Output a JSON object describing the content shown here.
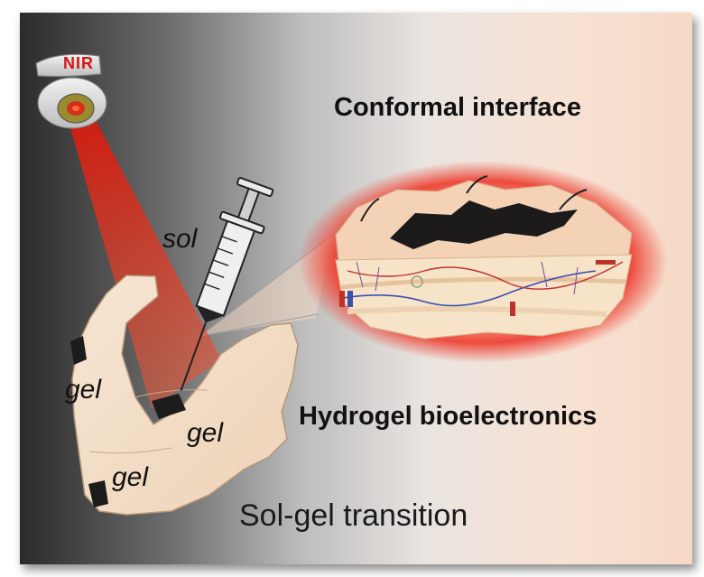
{
  "labels": {
    "conformal": "Conformal interface",
    "hydrogel": "Hydrogel bioelectronics",
    "sol_gel": "Sol-gel transition",
    "sol": "sol",
    "gel_elbow": "gel",
    "gel_arm": "gel",
    "gel_forearm": "gel",
    "nir": "NIR"
  },
  "colors": {
    "nir_beam": "#e2321e",
    "glow": "#f04a3c",
    "skin": "#f5dcc0",
    "electrode": "#1c1c1c"
  },
  "icons": {
    "camera": "nir-camera-icon",
    "syringe": "syringe-icon"
  }
}
